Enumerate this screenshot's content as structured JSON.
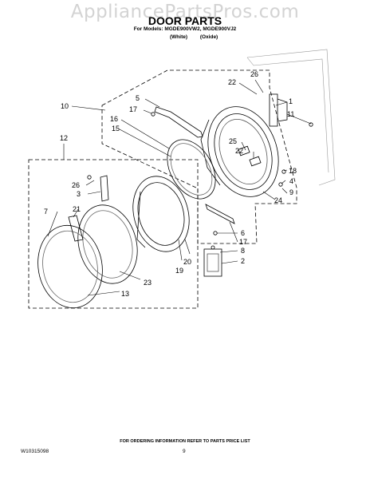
{
  "watermark": "AppliancePartsPros.com",
  "header": {
    "title": "DOOR PARTS",
    "models_line": "For Models: MGDE900VW2, MGDE900VJ2",
    "variants": "(White) (Oxide)"
  },
  "callouts": {
    "c1": "1",
    "c2": "2",
    "c3": "3",
    "c4": "4",
    "c5": "5",
    "c6": "6",
    "c7": "7",
    "c8": "8",
    "c9": "9",
    "c10": "10",
    "c11": "11",
    "c12": "12",
    "c13": "13",
    "c15": "15",
    "c16": "16",
    "c17a": "17",
    "c17b": "17",
    "c18": "18",
    "c19": "19",
    "c20": "20",
    "c21": "21",
    "c22a": "22",
    "c22b": "22",
    "c23": "23",
    "c24": "24",
    "c25": "25",
    "c26a": "26",
    "c26b": "26"
  },
  "footer": {
    "note": "FOR ORDERING INFORMATION REFER TO PARTS PRICE LIST",
    "doc_number": "W10315098",
    "page_number": "9"
  }
}
